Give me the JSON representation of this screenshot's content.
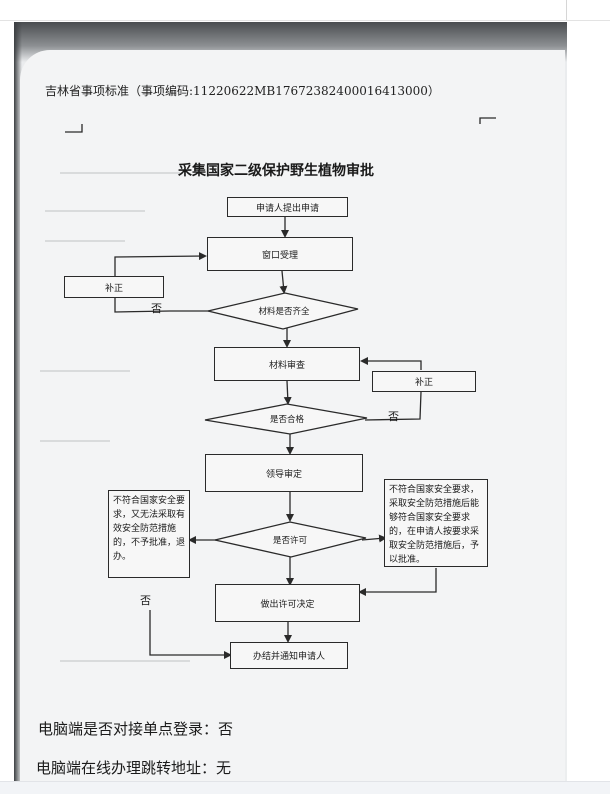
{
  "document": {
    "header": "吉林省事项标准（事项编码:11220622MB17672382400016413000）",
    "title": "采集国家二级保护野生植物审批"
  },
  "flowchart": {
    "start": "申请人提出申请",
    "accept": "窗口受理",
    "supplement_left": "补正",
    "decision_complete": "材料是否齐全",
    "no_left": "否",
    "review": "材料审查",
    "supplement_right": "补正",
    "decision_meet": "是否合格",
    "no_right": "否",
    "leader_review": "领导审定",
    "reject_note": "不符合国家安全要求，又无法采取有效安全防范措施的，不予批准，退办。",
    "conditional_note": "不符合国家安全要求，采取安全防范措施后能够符合国家安全要求的，在申请人按要求采取安全防范措施后，予以批准。",
    "decision_permit": "是否许可",
    "no_bottom": "否",
    "decide": "做出许可决定",
    "finish": "办结并通知申请人"
  },
  "footer": {
    "sso_line": "电脑端是否对接单点登录：否",
    "redirect_line": "电脑端在线办理跳转地址：无"
  }
}
